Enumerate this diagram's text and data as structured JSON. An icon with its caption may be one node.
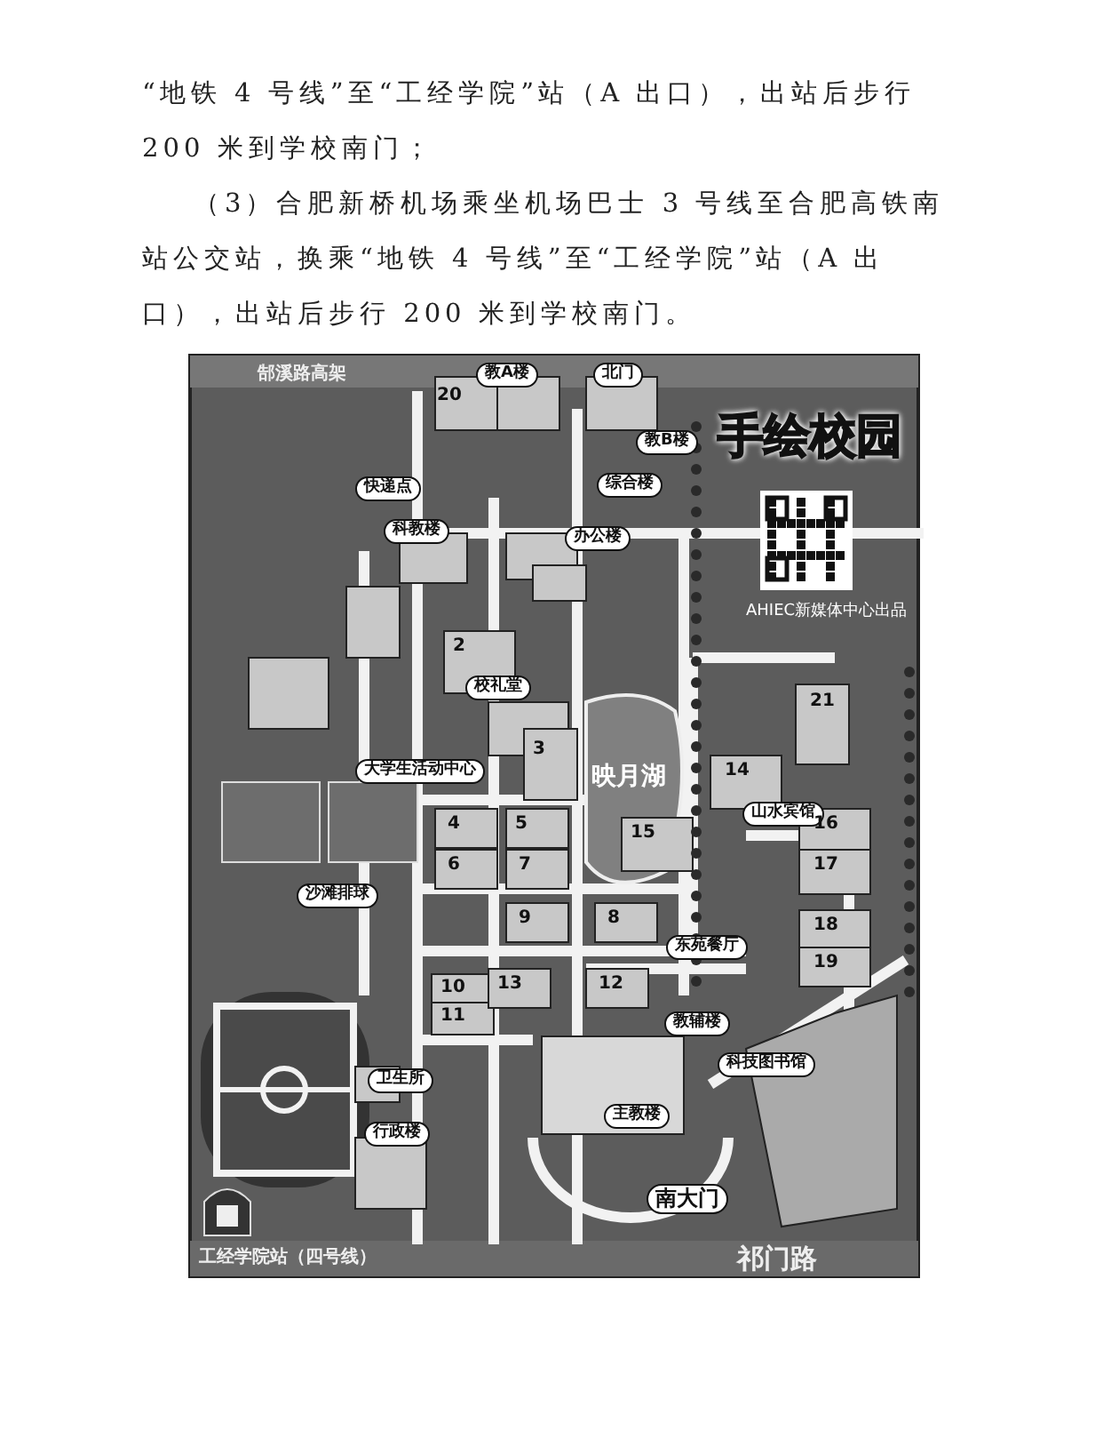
{
  "diagram": {
    "labels": [
      "“地铁 4 号线”至“工经学院”站（A 出口），出站后步行 200 米到学校南门；",
      "（3）合肥新桥机场乘坐机场巴士 3 号线至合肥高铁南站公交站，换乘“地铁 4 号线”至“工经学院”站（A 出口），出站后步行 200 米到学校南门。",
      "郜溪路高架",
      "教A楼",
      "20",
      "北门",
      "教B楼",
      "手绘校园",
      "快递点",
      "综合楼",
      "科教楼",
      "办公楼",
      "AHIEC新媒体中心出品",
      "2",
      "校礼堂",
      "21",
      "3",
      "映月湖",
      "大学生活动中心",
      "14",
      "4",
      "5",
      "15",
      "山水宾馆",
      "16",
      "6",
      "7",
      "17",
      "沙滩排球",
      "9",
      "8",
      "18",
      "东苑餐厅",
      "19",
      "10",
      "13",
      "12",
      "11",
      "教辅楼",
      "科技图书馆",
      "卫生所",
      "主教楼",
      "行政楼",
      "南大门",
      "工经学院站（四号线）",
      "祁门路"
    ]
  }
}
